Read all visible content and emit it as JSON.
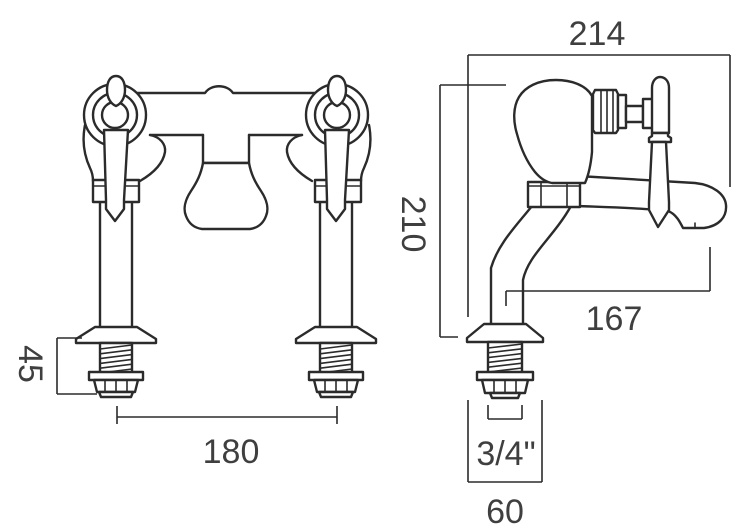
{
  "page": {
    "background": "#ffffff"
  },
  "drawing": {
    "line_color": "#2b2b2b",
    "dimension_line_color": "#2b2b2b",
    "text_color": "#3f3f3f"
  },
  "dimensions": {
    "overall_width": "214",
    "overall_height": "210",
    "tap_centres": "180",
    "tail_height": "45",
    "spout_projection": "167",
    "thread_size": "3/4\"",
    "base_width": "60"
  }
}
